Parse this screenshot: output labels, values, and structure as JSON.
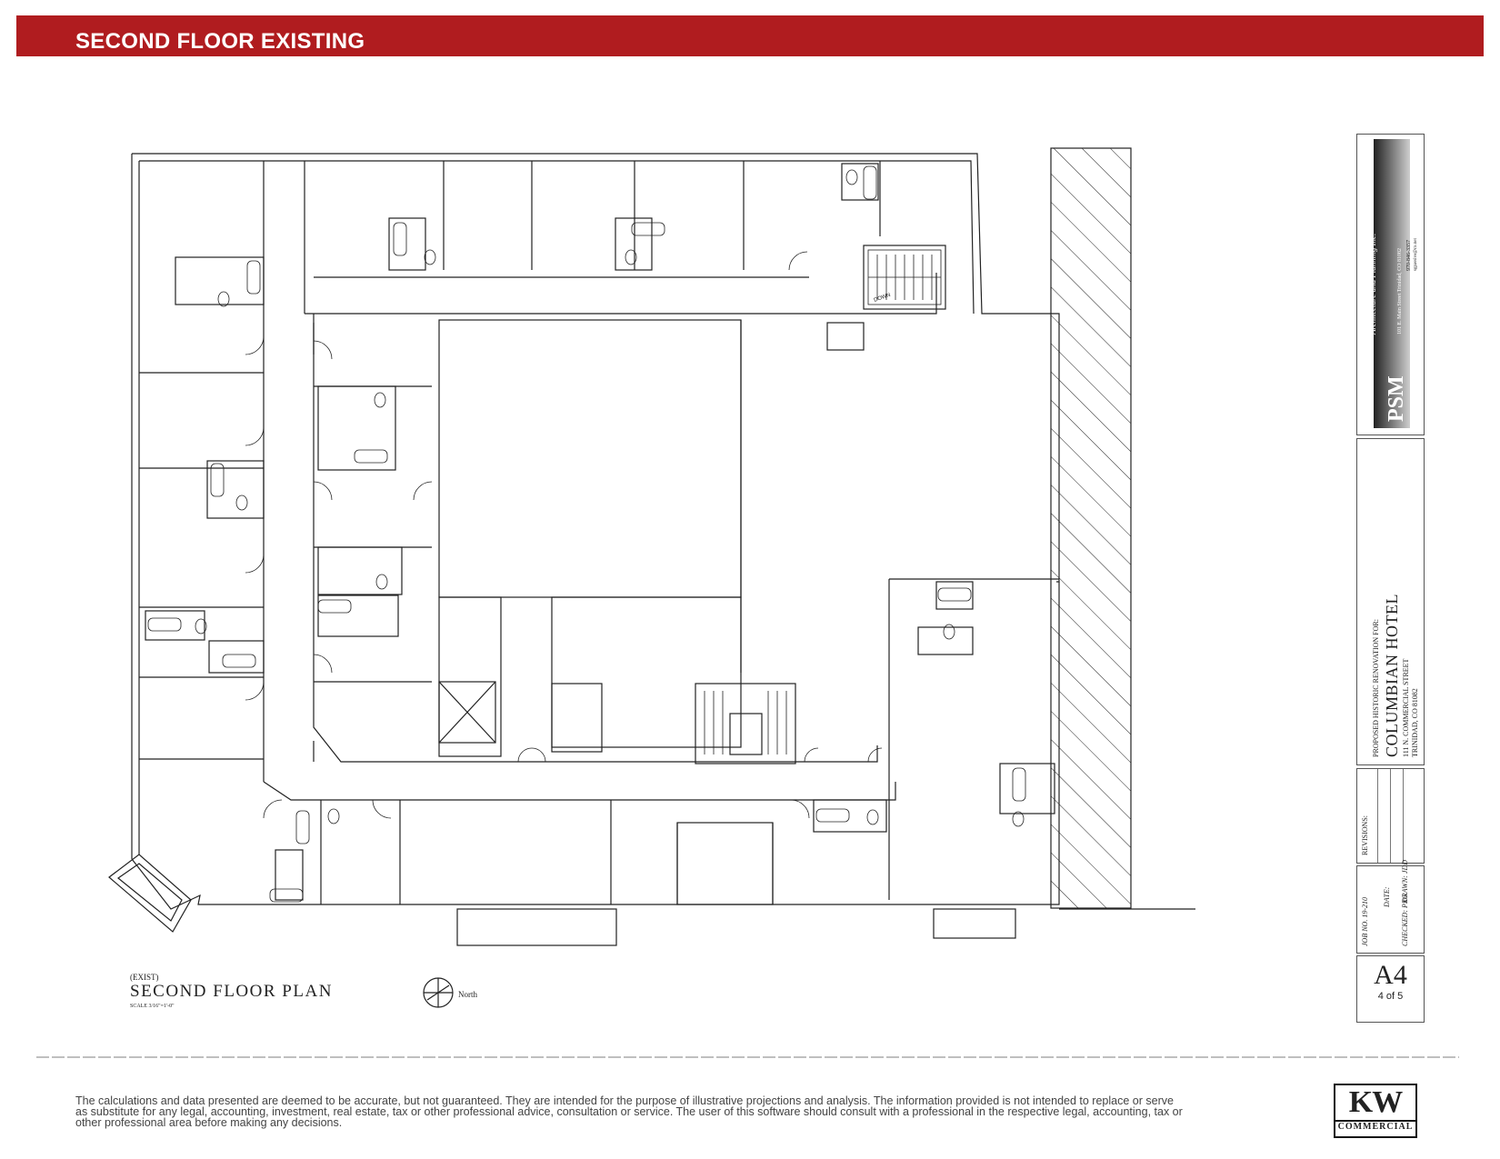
{
  "header": {
    "title": "SECOND FLOOR EXISTING"
  },
  "plan": {
    "exist_label": "(EXIST)",
    "title": "SECOND FLOOR PLAN",
    "scale": "SCALE 3/16\"=1'-0\"",
    "north_label": "North",
    "stair_label": "DOWN"
  },
  "title_block": {
    "firm_name": "Architecture and Planning Inc.",
    "firm_address": "101 E. Main Street Trinidad, CO 81082",
    "firm_phone": "970-846-3357",
    "firm_email": "sgpassive@cx.net",
    "firm_logo_text": "PSM",
    "project_prefix": "PROPOSED HISTORIC RENOVATION FOR:",
    "project_name": "COLUMBIAN HOTEL",
    "project_street": "111 N. COMMERCIAL STREET",
    "project_city": "TRINIDAD, CO 81082",
    "revisions_label": "REVISIONS:",
    "job_no_label": "JOB NO. 19-210",
    "date_label": "DATE:",
    "checked_label": "CHECKED: PRG",
    "drawn_label": "DRAWN: JDD",
    "sheet_number": "A4",
    "sheet_of": "4 of 5"
  },
  "footer": {
    "disclaimer": "The calculations and data presented are deemed to be accurate, but not guaranteed. They are intended for the purpose of illustrative projections and analysis. The information provided is not intended to replace or serve as substitute for any legal, accounting, investment, real estate, tax or other professional advice, consultation or service. The user of this software should consult with a professional in the respective legal, accounting, tax or other professional area before making any decisions.",
    "logo_main": "KW",
    "logo_sub": "COMMERCIAL"
  },
  "colors": {
    "header_bar": "#b01c1f",
    "line": "#222222"
  }
}
